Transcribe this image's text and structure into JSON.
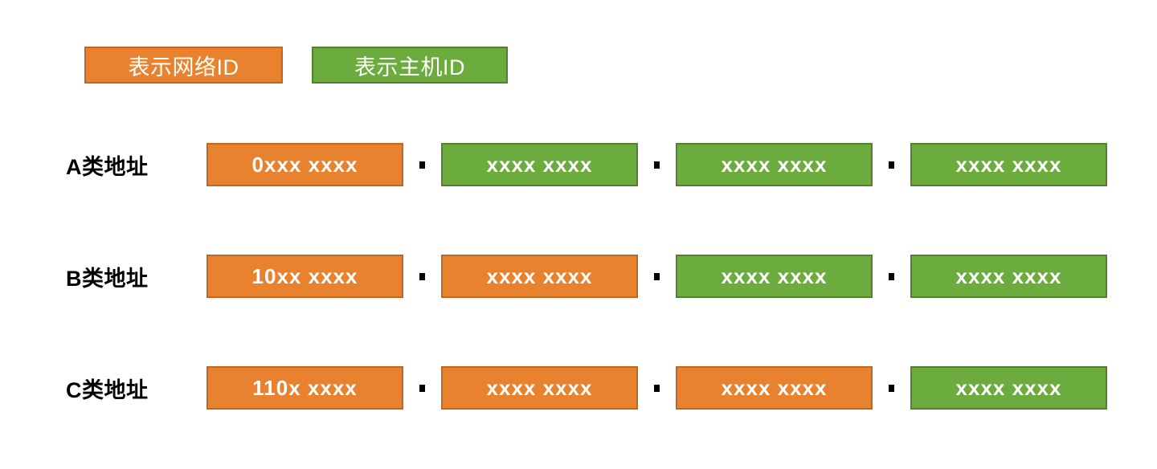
{
  "legend": {
    "items": [
      {
        "label": "表示网络ID",
        "kind": "net",
        "color": "#E8822F"
      },
      {
        "label": "表示主机ID",
        "kind": "host",
        "color": "#6CAB3E"
      }
    ]
  },
  "separator": ".",
  "colors": {
    "network_fill": "#E8822F",
    "network_border": "#C4651C",
    "host_fill": "#6CAB3E",
    "host_border": "#53822F",
    "text_on_box": "#FFFFFF",
    "label_text": "#000000",
    "background": "#FFFFFF"
  },
  "rows": [
    {
      "label": "A类地址",
      "octets": [
        {
          "text": "0xxx xxxx",
          "kind": "net"
        },
        {
          "text": "xxxx xxxx",
          "kind": "host"
        },
        {
          "text": "xxxx xxxx",
          "kind": "host"
        },
        {
          "text": "xxxx xxxx",
          "kind": "host"
        }
      ]
    },
    {
      "label": "B类地址",
      "octets": [
        {
          "text": "10xx xxxx",
          "kind": "net"
        },
        {
          "text": "xxxx xxxx",
          "kind": "net"
        },
        {
          "text": "xxxx xxxx",
          "kind": "host"
        },
        {
          "text": "xxxx xxxx",
          "kind": "host"
        }
      ]
    },
    {
      "label": "C类地址",
      "octets": [
        {
          "text": "110x xxxx",
          "kind": "net"
        },
        {
          "text": "xxxx xxxx",
          "kind": "net"
        },
        {
          "text": "xxxx xxxx",
          "kind": "net"
        },
        {
          "text": "xxxx xxxx",
          "kind": "host"
        }
      ]
    }
  ]
}
